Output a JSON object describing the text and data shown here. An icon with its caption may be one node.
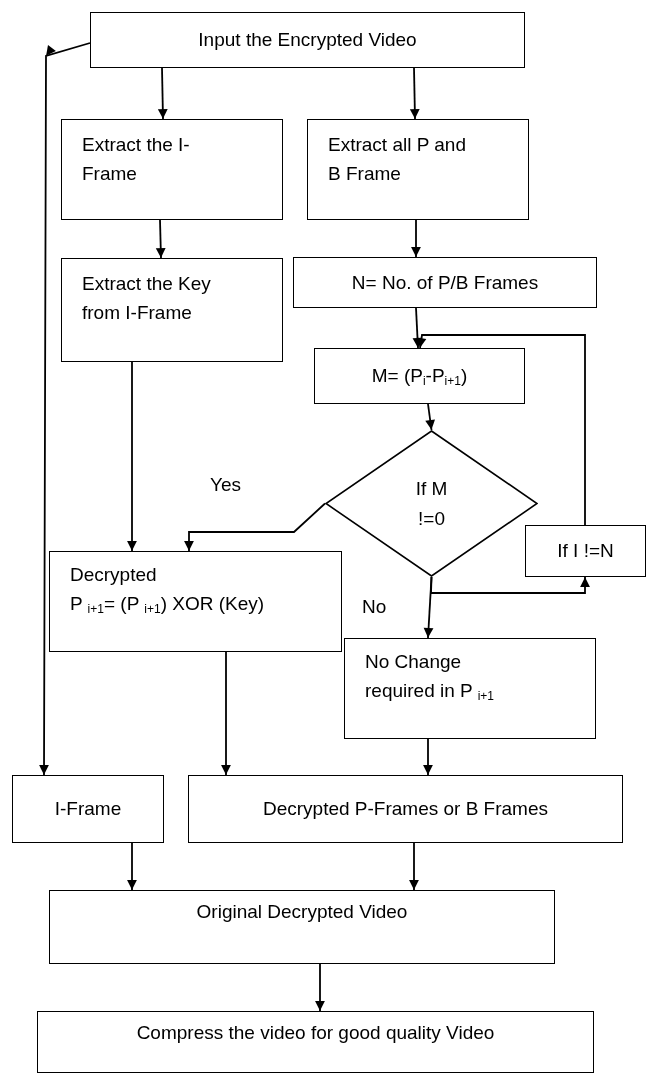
{
  "diagram": {
    "nodes": [
      {
        "text": [
          "Input the Encrypted Video"
        ]
      },
      {
        "text": [
          "Extract the I- Frame"
        ]
      },
      {
        "text": [
          "Extract all P and B Frame"
        ]
      },
      {
        "text": [
          "Extract the Key from I-Frame"
        ]
      },
      {
        "text": [
          "N= No. of P/B Frames"
        ]
      },
      {
        "text": [
          "M= (P$_{i}$-P$_{i+1}$)"
        ]
      },
      {
        "text": [
          "If M !=0"
        ]
      },
      {
        "text": [
          "If I !=N"
        ]
      },
      {
        "text": [
          "Decrypted",
          "P $_{i+1}$= (P $_{i+1}$) XOR (Key)"
        ]
      },
      {
        "text": [
          "No Change required in P $_{i+1}$"
        ]
      },
      {
        "text": [
          "I-Frame"
        ]
      },
      {
        "text": [
          "Decrypted P-Frames or B Frames"
        ]
      },
      {
        "text": [
          "Original Decrypted Video"
        ]
      },
      {
        "text": [
          "Compress the video for good quality Video"
        ]
      }
    ],
    "edges": [
      {
        "from": 0,
        "to": 10,
        "arrow": "to"
      },
      {
        "from": 0,
        "to": 1,
        "arrow": "to"
      },
      {
        "from": 0,
        "to": 2,
        "arrow": "to"
      },
      {
        "from": 1,
        "to": 3,
        "arrow": "to"
      },
      {
        "from": 2,
        "to": 4,
        "arrow": "to"
      },
      {
        "from": 4,
        "to": 5,
        "arrow": "to"
      },
      {
        "from": 5,
        "to": 6,
        "arrow": "to"
      },
      {
        "from": 6,
        "to": 8,
        "arrow": "to",
        "label": "Yes"
      },
      {
        "from": 3,
        "to": 8,
        "arrow": "to"
      },
      {
        "from": 6,
        "to": 9,
        "arrow": "to",
        "label": "No"
      },
      {
        "from": 6,
        "to": 7,
        "arrow": "to"
      },
      {
        "from": 7,
        "to": 5,
        "arrow": "to"
      },
      {
        "from": 8,
        "to": 11,
        "arrow": "to"
      },
      {
        "from": 9,
        "to": 11,
        "arrow": "to"
      },
      {
        "from": 10,
        "to": 12,
        "arrow": "to"
      },
      {
        "from": 11,
        "to": 12,
        "arrow": "to"
      },
      {
        "from": 12,
        "to": 13,
        "arrow": "to"
      }
    ]
  }
}
